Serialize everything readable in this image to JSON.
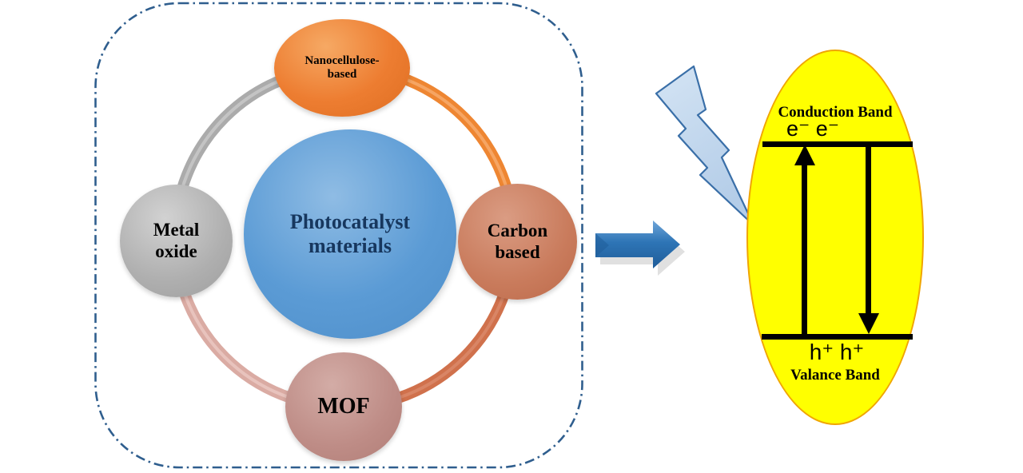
{
  "figure": {
    "cluster": {
      "border_color": "#2F5E8E",
      "center": {
        "label": "Photocatalyst\nmaterials",
        "color": "#5B9BD5",
        "text_color": "#17375E"
      },
      "nodes": [
        {
          "id": "nanocellulose",
          "position": "top",
          "label": "Nanocellulose-\nbased",
          "color": "#ED7D31"
        },
        {
          "id": "carbon-based",
          "position": "right",
          "label": "Carbon\nbased",
          "color": "#C97B5C"
        },
        {
          "id": "mof",
          "position": "bottom",
          "label": "MOF",
          "color": "#BE8C86"
        },
        {
          "id": "metal-oxide",
          "position": "left",
          "label": "Metal\noxide",
          "color": "#AFAFAF"
        }
      ],
      "ring_arc_colors": {
        "top_left": "#ABABAB",
        "top_right": "#EE8632",
        "bottom_right": "#D0714C",
        "bottom_left": "#DAABA3"
      }
    },
    "flow_arrow": {
      "direction": "right",
      "color": "#2E75B6"
    },
    "lightning": {
      "fill": "#C9DCF0",
      "stroke": "#3A6FA8"
    },
    "band_diagram": {
      "ellipse_fill": "#FFFF00",
      "ellipse_stroke": "#F0A500",
      "conduction_band_label": "Conduction Band",
      "electrons_label": "e⁻ e⁻",
      "holes_label": "h⁺ h⁺",
      "valence_band_label": "Valance Band"
    }
  }
}
